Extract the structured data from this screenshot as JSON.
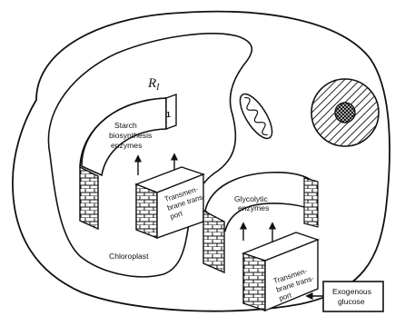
{
  "diagram": {
    "cell_label": "R",
    "cell_label_sub": "I",
    "compartment_label": "Chloroplast",
    "starch_enzymes": [
      "Starch",
      "biosynthesis",
      "enzymes"
    ],
    "glycolytic_enzymes": [
      "Glycolytic",
      "enzymes"
    ],
    "transport_inner": [
      "Transmen-",
      "brane trans-",
      "port"
    ],
    "transport_outer": [
      "Transmen-",
      "brane trans-",
      "port"
    ],
    "exogenous": [
      "Exogenous",
      "glucose"
    ],
    "marker": "1"
  },
  "colors": {
    "stroke": "#111111",
    "fill": "#ffffff"
  }
}
